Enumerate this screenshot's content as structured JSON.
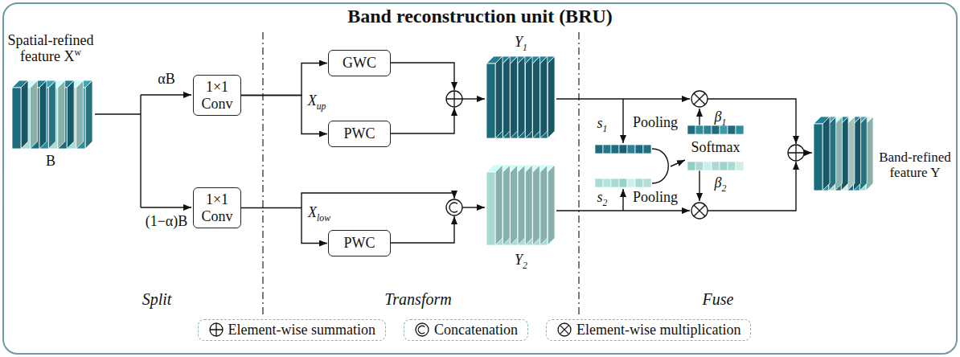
{
  "diagram": {
    "title": "Band reconstruction unit (BRU)",
    "nodes": [
      {
        "text": [
          "1×1 Conv"
        ]
      },
      {
        "text": [
          "1×1 Conv"
        ]
      },
      {
        "text": [
          "GWC"
        ]
      },
      {
        "text": [
          "PWC"
        ]
      },
      {
        "text": [
          "PWC"
        ]
      }
    ],
    "edges": [
      {
        "from": 0,
        "to": 2,
        "arrow": "to"
      },
      {
        "from": 0,
        "to": 3,
        "arrow": "to"
      },
      {
        "from": 1,
        "to": 4,
        "arrow": "to"
      }
    ],
    "labels": [
      "Spatial-refined feature X",
      "w",
      "B",
      "αB",
      "(1−α)B",
      "X",
      "up",
      "X",
      "low",
      "Y",
      "1",
      "Y",
      "2",
      "s",
      "1",
      "Pooling",
      "s",
      "2",
      "Pooling",
      "Softmax",
      "β",
      "1",
      "β",
      "2",
      "Band-refined feature Y",
      "Split",
      "Transform",
      "Fuse"
    ],
    "legend": [
      {
        "text": "Element-wise summation"
      },
      {
        "text": "Concatenation"
      },
      {
        "text": "Element-wise multiplication"
      }
    ]
  }
}
